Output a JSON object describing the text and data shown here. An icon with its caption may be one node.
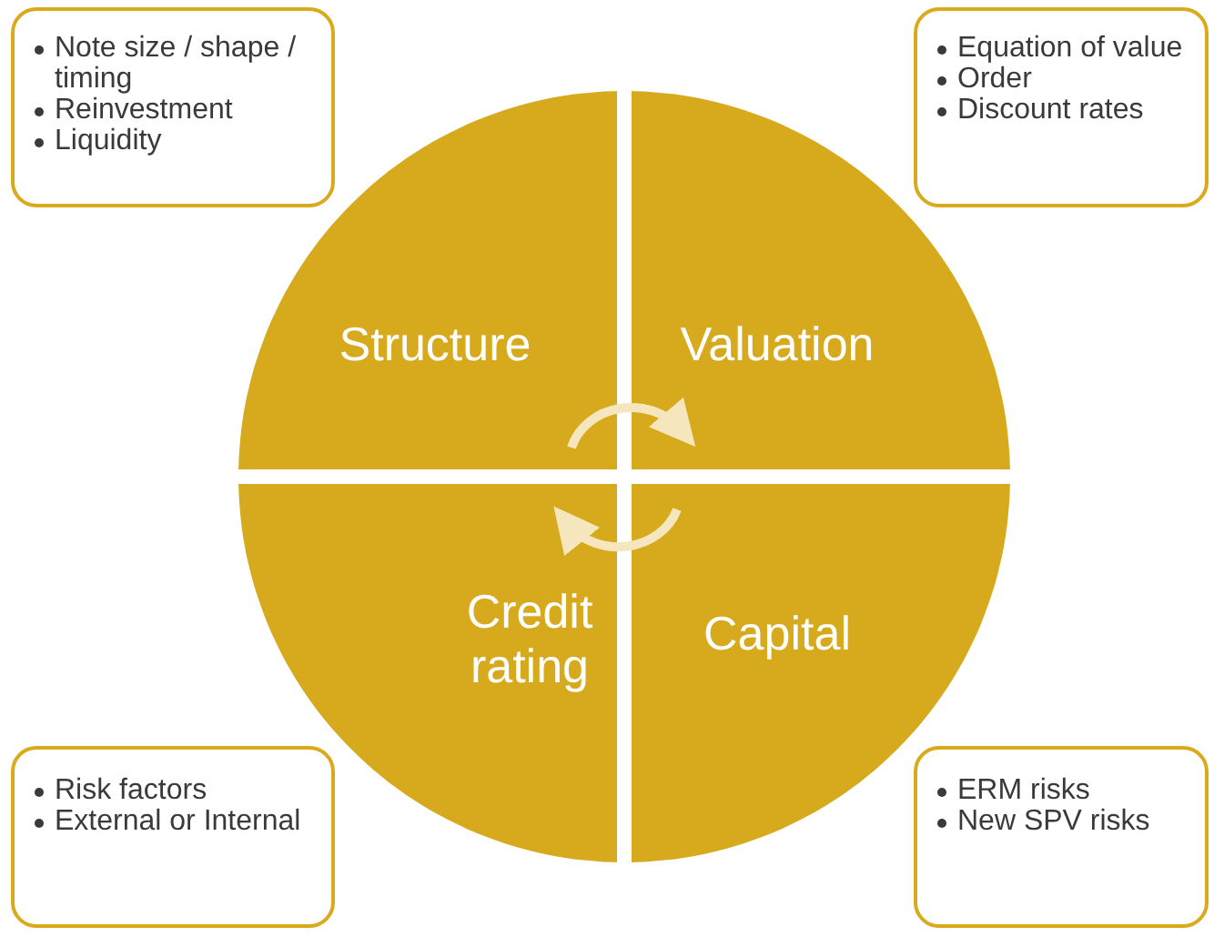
{
  "diagram": {
    "nodes": [
      {
        "text": [
          "Note size / shape / timing",
          "Reinvestment",
          "Liquidity"
        ]
      },
      {
        "text": [
          "Equation of value",
          "Order",
          "Discount rates"
        ]
      },
      {
        "text": [
          "Structure"
        ]
      },
      {
        "text": [
          "Valuation"
        ]
      },
      {
        "text": [
          "Credit rating"
        ]
      },
      {
        "text": [
          "Capital"
        ]
      },
      {
        "text": [
          "Risk factors",
          "External or Internal"
        ]
      },
      {
        "text": [
          "ERM risks",
          "New SPV risks"
        ]
      }
    ],
    "edges": [
      {
        "from": 2,
        "to": 3,
        "arrow": "to"
      },
      {
        "from": 5,
        "to": 4,
        "arrow": "to"
      }
    ]
  }
}
